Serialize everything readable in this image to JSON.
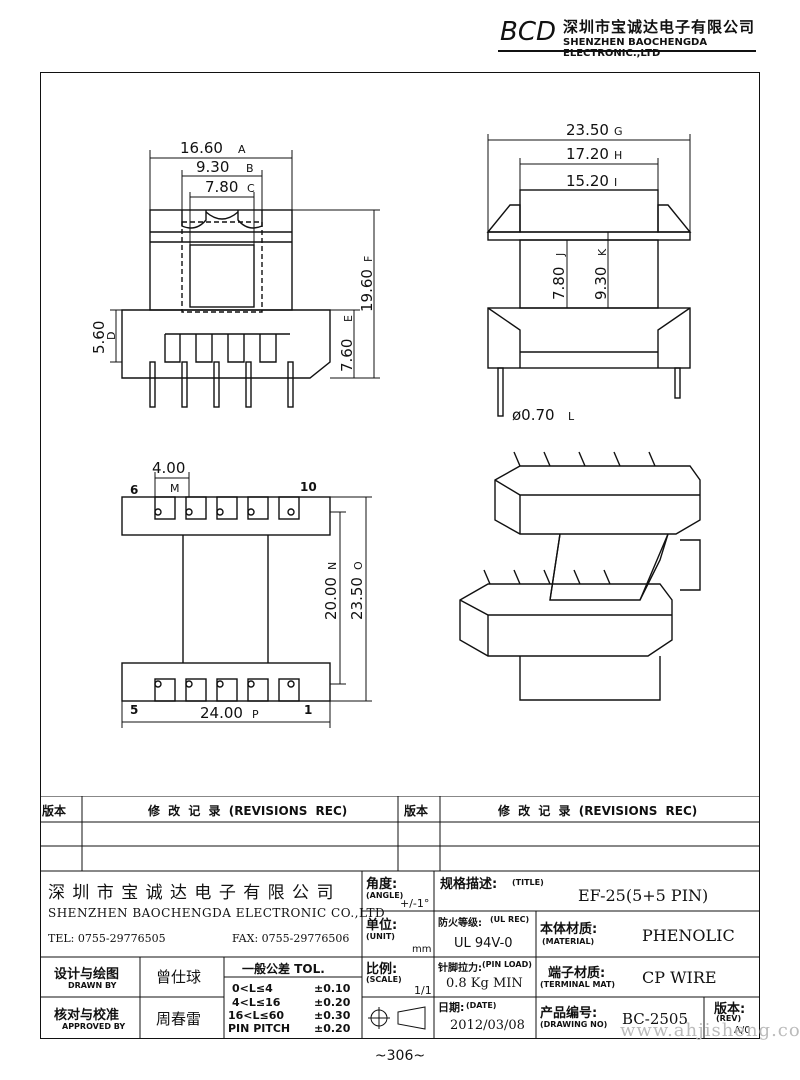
{
  "header": {
    "logo_text": "BCD",
    "company_cn": "深圳市宝诚达电子有限公司",
    "company_en": "SHENZHEN BAOCHENGDA ELECTRONIC.,LTD"
  },
  "views": {
    "front": {
      "dims": [
        "16.60",
        "9.30",
        "7.80",
        "19.60",
        "5.60",
        "7.60"
      ],
      "tags": [
        "A",
        "B",
        "C",
        "F",
        "D",
        "E"
      ]
    },
    "side": {
      "dims": [
        "23.50",
        "17.20",
        "15.20",
        "7.80",
        "9.30",
        "ø0.70"
      ],
      "tags": [
        "G",
        "H",
        "I",
        "J",
        "K",
        "L"
      ]
    },
    "bottom": {
      "dims": [
        "4.00",
        "20.00",
        "23.50",
        "24.00"
      ],
      "tags": [
        "M",
        "N",
        "O",
        "P"
      ],
      "pins": [
        "6",
        "10",
        "5",
        "1"
      ]
    }
  },
  "revisions": {
    "col_version": "版本",
    "col_record": "修 改 记 录 (REVISIONS REC)"
  },
  "title_block": {
    "company_cn": "深 圳 市 宝 诚 达 电 子 有 限 公 司",
    "company_en": "SHENZHEN BAOCHENGDA ELECTRONIC CO.,LTD",
    "tel": "TEL: 0755-29776505",
    "fax": "FAX: 0755-29776506",
    "angle_cn": "角度:",
    "angle_en": "(ANGLE)",
    "angle_val": "+/-1°",
    "unit_cn": "单位:",
    "unit_en": "(UNIT)",
    "unit_val": "mm",
    "scale_cn": "比例:",
    "scale_en": "(SCALE)",
    "scale_val": "1/1",
    "title_cn": "规格描述:",
    "title_en": "(TITLE)",
    "title_val": "EF-25(5+5 PIN)",
    "ul_cn": "防火等级:",
    "ul_en": "(UL REC)",
    "ul_val": "UL 94V-0",
    "material_cn": "本体材质:",
    "material_en": "(MATERIAL)",
    "material_val": "PHENOLIC",
    "pinload_cn": "针脚拉力:",
    "pinload_en": "(PIN LOAD)",
    "pinload_val": "0.8 Kg MIN",
    "terminal_cn": "端子材质:",
    "terminal_en": "(TERMINAL MAT)",
    "terminal_val": "CP WIRE",
    "date_cn": "日期:",
    "date_en": "(DATE)",
    "date_val": "2012/03/08",
    "drawing_cn": "产品编号:",
    "drawing_en": "(DRAWING NO)",
    "drawing_val": "BC-2505",
    "rev_cn": "版本:",
    "rev_en": "(REV)",
    "rev_val": "A/0",
    "drawn_cn": "设计与绘图",
    "drawn_en": "DRAWN BY",
    "drawn_val": "曾仕球",
    "approved_cn": "核对与校准",
    "approved_en": "APPROVED BY",
    "approved_val": "周春雷",
    "tol_title": "一般公差 TOL.",
    "tol_rows": [
      {
        "range": "0<L≤4",
        "value": "±0.10"
      },
      {
        "range": "4<L≤16",
        "value": "±0.20"
      },
      {
        "range": "16<L≤60",
        "value": "±0.30"
      },
      {
        "range": "PIN PITCH",
        "value": "±0.20"
      }
    ]
  },
  "page_number": "~306~",
  "watermark": "www.ahjisheng.com"
}
